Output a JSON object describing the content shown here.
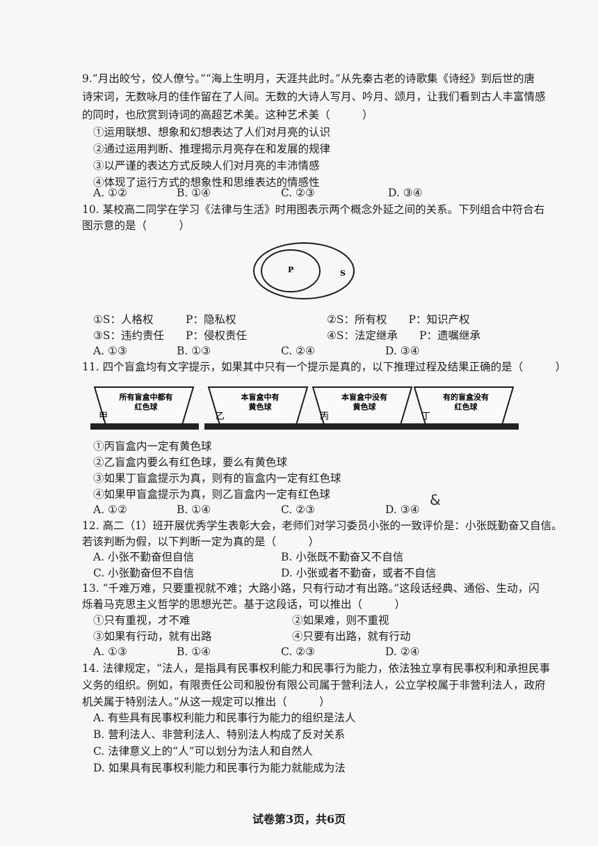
{
  "q9": {
    "line1": "9.“月出皎兮，佼人僚兮。”“海上生明月，天涯共此时。”从先秦古老的诗歌集《诗经》到后世的唐",
    "line2": "诗宋词，无数咏月的佳作留在了人间。无数的大诗人写月、吟月、颂月，让我们看到古人丰富情感",
    "line3": "的同时，也欣赏到诗词的高超艺术美。这种艺术美（　　　）",
    "items": [
      "①运用联想、想象和幻想表达了人们对月亮的认识",
      "②通过运用判断、推理揭示月亮存在和发展的规律",
      "③以严谨的表达方式反映人们对月亮的丰沛情感",
      "④体现了运行方式的想象性和思维表达的情感性"
    ],
    "choices": [
      "A. ①②",
      "B. ①④",
      "C. ②③",
      "D. ③④"
    ]
  },
  "q10": {
    "line1": "10. 某校高二同学在学习《法律与生活》时用图表示两个概念外延之间的关系。下列组合中符合右",
    "line2": "图示意的是（　　　）",
    "venn_labels": {
      "inner": "P",
      "outer": "S"
    },
    "pairs": [
      "①S：人格权　　　P：隐私权",
      "②S：所有权　　P：知识产权",
      "③S：违约责任　　P：侵权责任",
      "④S：法定继承　　P：遗嘱继承"
    ],
    "choices": [
      "A. ①③",
      "B. ①③",
      "C. ②④",
      "D. ③④"
    ]
  },
  "q11": {
    "line1": "11. 四个盲盒均有文字提示，如果其中只有一个提示是真的，以下推理过程及结果正确的是（　　　）",
    "boxes": [
      {
        "tag": "甲",
        "l1": "所有盲盒中都有",
        "l2": "红色球"
      },
      {
        "tag": "乙",
        "l1": "本盲盒中有",
        "l2": "黄色球"
      },
      {
        "tag": "丙",
        "l1": "本盲盒中没有",
        "l2": "黄色球"
      },
      {
        "tag": "丁",
        "l1": "有的盲盒没有",
        "l2": "红色球"
      }
    ],
    "items": [
      "①丙盲盒内一定有黄色球",
      "②乙盲盒内要么有红色球，要么有黄色球",
      "③如果丁盲盒提示为真，则有的盲盒内一定有红色球",
      "④如果甲盲盒提示为真，则乙盲盒内一定有红色球"
    ],
    "choices": [
      "A. ①②",
      "B. ①④",
      "C. ②③",
      "D. ③④"
    ]
  },
  "q12": {
    "line1": "12. 高二（1）班开展优秀学生表彰大会，老师们对学习委员小张的一致评价是：小张既勤奋又自信。",
    "line2": "若该判断为假，以下判断一定为真的是（　　　）",
    "choices": [
      "A. 小张不勤奋但自信",
      "B. 小张既不勤奋又不自信",
      "C. 小张勤奋但不自信",
      "D. 小张或者不勤奋，或者不自信"
    ]
  },
  "q13": {
    "line1": "13. “千难万难，只要重视就不难；大路小路，只有行动才有出路。”这段话经典、通俗、生动，闪",
    "line2": "烁着马克思主义哲学的思想光芒。基于这段话，可以推出（　　　）",
    "items": [
      "①只有重视，才不难",
      "②如果难，则不重视",
      "③如果有行动，就有出路",
      "④只要有出路，就有行动"
    ],
    "choices": [
      "A. ①③",
      "B. ①④",
      "C. ②③",
      "D. ②④"
    ]
  },
  "q14": {
    "line1": "14. 法律规定，“法人，是指具有民事权利能力和民事行为能力，依法独立享有民事权利和承担民事",
    "line2": "义务的组织。例如，有限责任公司和股份有限公司属于营利法人，公立学校属于非营利法人，政府",
    "line3": "机关属于特别法人。”从这一规定可以推出（　　　）",
    "choices": [
      "A. 有些具有民事权利能力和民事行为能力的组织是法人",
      "B. 营利法人、非营利法人、特别法人构成了反对关系",
      "C. 法律意义上的“人”可以划分为法人和自然人",
      "D. 如果具有民事权利能力和民事行为能力就能成为法"
    ]
  },
  "footer": "试卷第3页，共6页"
}
